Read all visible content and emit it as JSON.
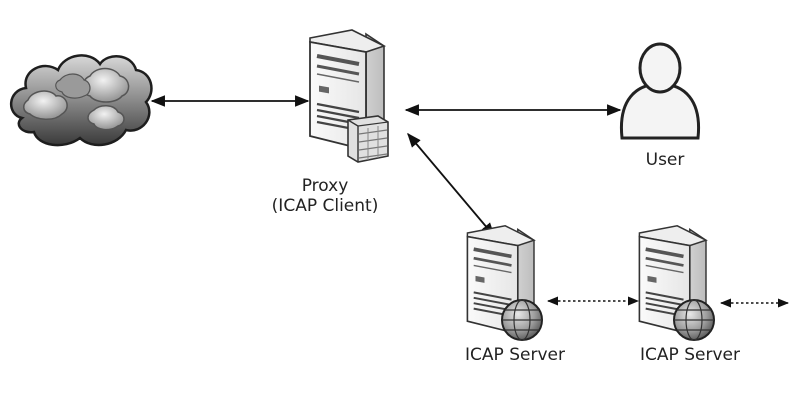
{
  "labels": {
    "proxy_line1": "Proxy",
    "proxy_line2": "(ICAP Client)",
    "user": "User",
    "icap_server_1": "ICAP Server",
    "icap_server_2": "ICAP Server"
  },
  "nodes": [
    {
      "id": "internet",
      "icon": "cloud-icon"
    },
    {
      "id": "proxy",
      "icon": "server-firewall-icon"
    },
    {
      "id": "user",
      "icon": "user-icon"
    },
    {
      "id": "icap-server-1",
      "icon": "server-globe-icon"
    },
    {
      "id": "icap-server-2",
      "icon": "server-globe-icon"
    }
  ],
  "edges": [
    {
      "from": "internet",
      "to": "proxy",
      "style": "solid",
      "arrows": "both"
    },
    {
      "from": "proxy",
      "to": "user",
      "style": "solid",
      "arrows": "both"
    },
    {
      "from": "proxy",
      "to": "icap-server-1",
      "style": "solid",
      "arrows": "both"
    },
    {
      "from": "icap-server-1",
      "to": "icap-server-2",
      "style": "dotted",
      "arrows": "both"
    },
    {
      "from": "icap-server-2",
      "to": "off-page",
      "style": "dotted",
      "arrows": "both"
    }
  ]
}
